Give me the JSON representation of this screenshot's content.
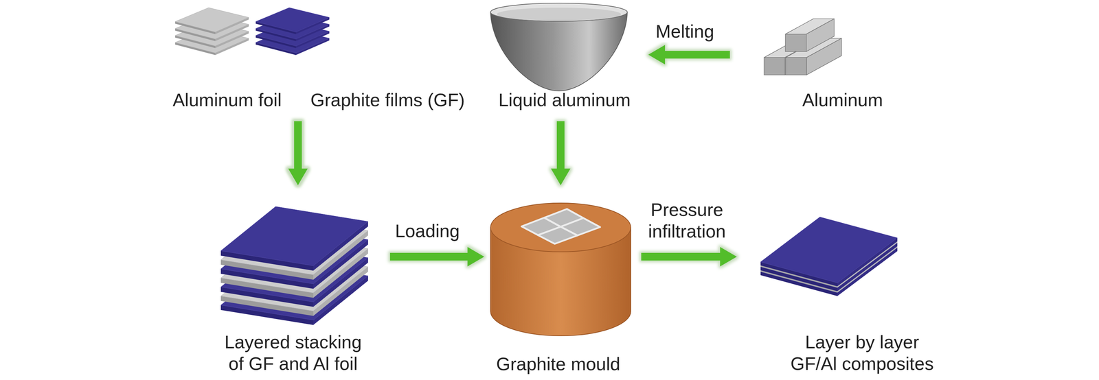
{
  "diagram": {
    "nodes": [
      {
        "text": [
          "Aluminum foil"
        ]
      },
      {
        "text": [
          "Graphite films (GF)"
        ]
      },
      {
        "text": [
          "Liquid aluminum"
        ]
      },
      {
        "text": [
          "Aluminum"
        ]
      },
      {
        "text": [
          "Layered stacking of GF and Al foil"
        ]
      },
      {
        "text": [
          "Graphite mould"
        ]
      },
      {
        "text": [
          "Layer by layer GF/Al composites"
        ]
      }
    ],
    "edges": [
      {
        "from": 3,
        "to": 2,
        "arrow": "to",
        "label": "Melting"
      },
      {
        "from": 0,
        "to": 4,
        "arrow": "to"
      },
      {
        "from": 1,
        "to": 4,
        "arrow": "to"
      },
      {
        "from": 2,
        "to": 5,
        "arrow": "to"
      },
      {
        "from": 4,
        "to": 5,
        "arrow": "to",
        "label": "Loading"
      },
      {
        "from": 5,
        "to": 6,
        "arrow": "to",
        "label": "Pressure infiltration"
      }
    ]
  }
}
